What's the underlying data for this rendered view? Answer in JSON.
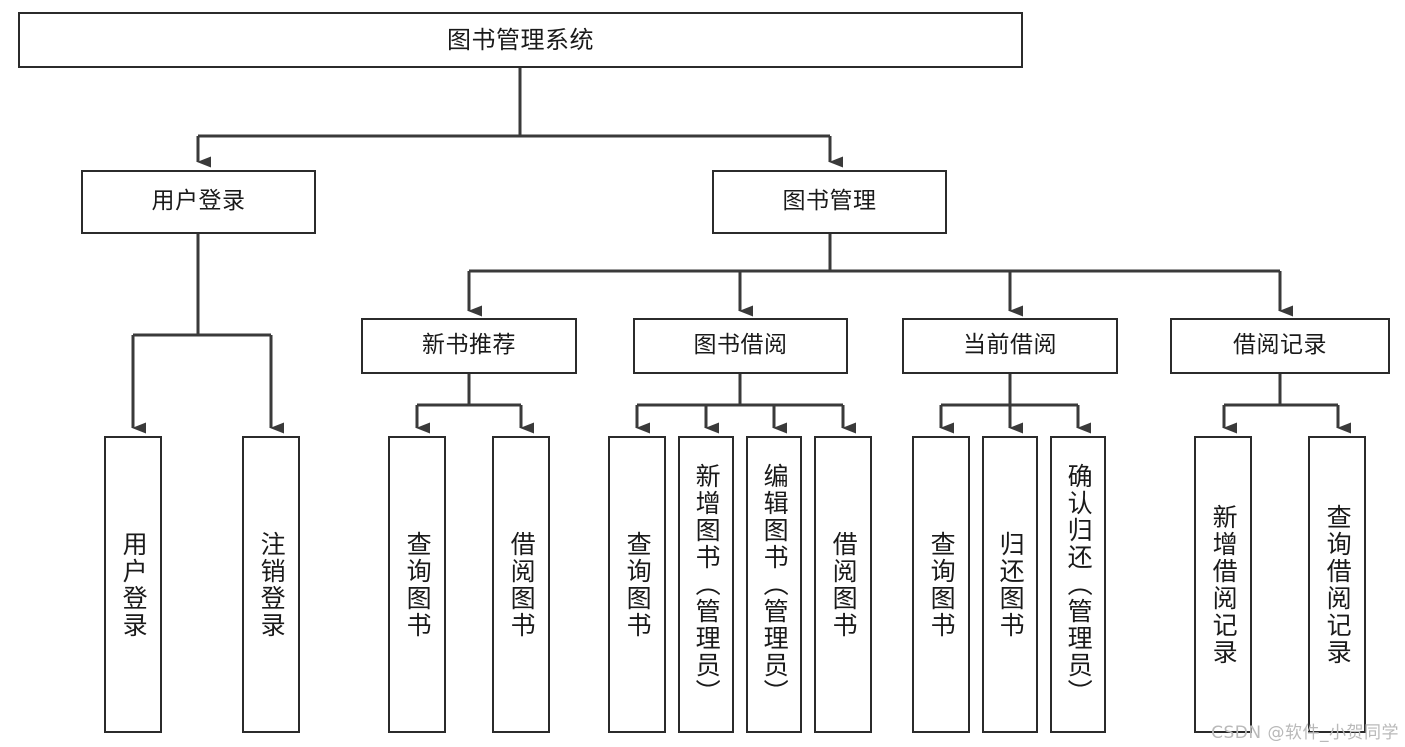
{
  "diagram": {
    "title": "图书管理系统",
    "type": "hierarchy-tree",
    "watermark": "CSDN @软件_小贺同学",
    "colors": {
      "box_border": "#2b2b2b",
      "box_fill": "#ffffff",
      "edge": "#3a3a3a",
      "text": "#1a1a1a",
      "watermark": "#b9b9b9",
      "background": "#ffffff"
    },
    "levels": {
      "root": {
        "label": "图书管理系统"
      },
      "level2": [
        {
          "id": "user-login",
          "label": "用户登录"
        },
        {
          "id": "book-manage",
          "label": "图书管理"
        }
      ],
      "level3": [
        {
          "id": "new-book-recommend",
          "label": "新书推荐",
          "parent": "book-manage"
        },
        {
          "id": "book-borrow",
          "label": "图书借阅",
          "parent": "book-manage"
        },
        {
          "id": "current-borrow",
          "label": "当前借阅",
          "parent": "book-manage"
        },
        {
          "id": "borrow-record",
          "label": "借阅记录",
          "parent": "book-manage"
        }
      ],
      "leaves": [
        {
          "id": "leaf-user-login",
          "label": "用户登录",
          "parent": "user-login"
        },
        {
          "id": "leaf-user-logout",
          "label": "注销登录",
          "parent": "user-login"
        },
        {
          "id": "leaf-query-book-1",
          "label": "查询图书",
          "parent": "new-book-recommend"
        },
        {
          "id": "leaf-borrow-book-1",
          "label": "借阅图书",
          "parent": "new-book-recommend"
        },
        {
          "id": "leaf-query-book-2",
          "label": "查询图书",
          "parent": "book-borrow"
        },
        {
          "id": "leaf-add-book",
          "label": "新增图书（管理员）",
          "parent": "book-borrow"
        },
        {
          "id": "leaf-edit-book",
          "label": "编辑图书（管理员）",
          "parent": "book-borrow"
        },
        {
          "id": "leaf-borrow-book-2",
          "label": "借阅图书",
          "parent": "book-borrow"
        },
        {
          "id": "leaf-query-book-3",
          "label": "查询图书",
          "parent": "current-borrow"
        },
        {
          "id": "leaf-return-book",
          "label": "归还图书",
          "parent": "current-borrow"
        },
        {
          "id": "leaf-confirm-return",
          "label": "确认归还（管理员）",
          "parent": "current-borrow"
        },
        {
          "id": "leaf-add-record",
          "label": "新增借阅记录",
          "parent": "borrow-record"
        },
        {
          "id": "leaf-query-record",
          "label": "查询借阅记录",
          "parent": "borrow-record"
        }
      ]
    }
  }
}
